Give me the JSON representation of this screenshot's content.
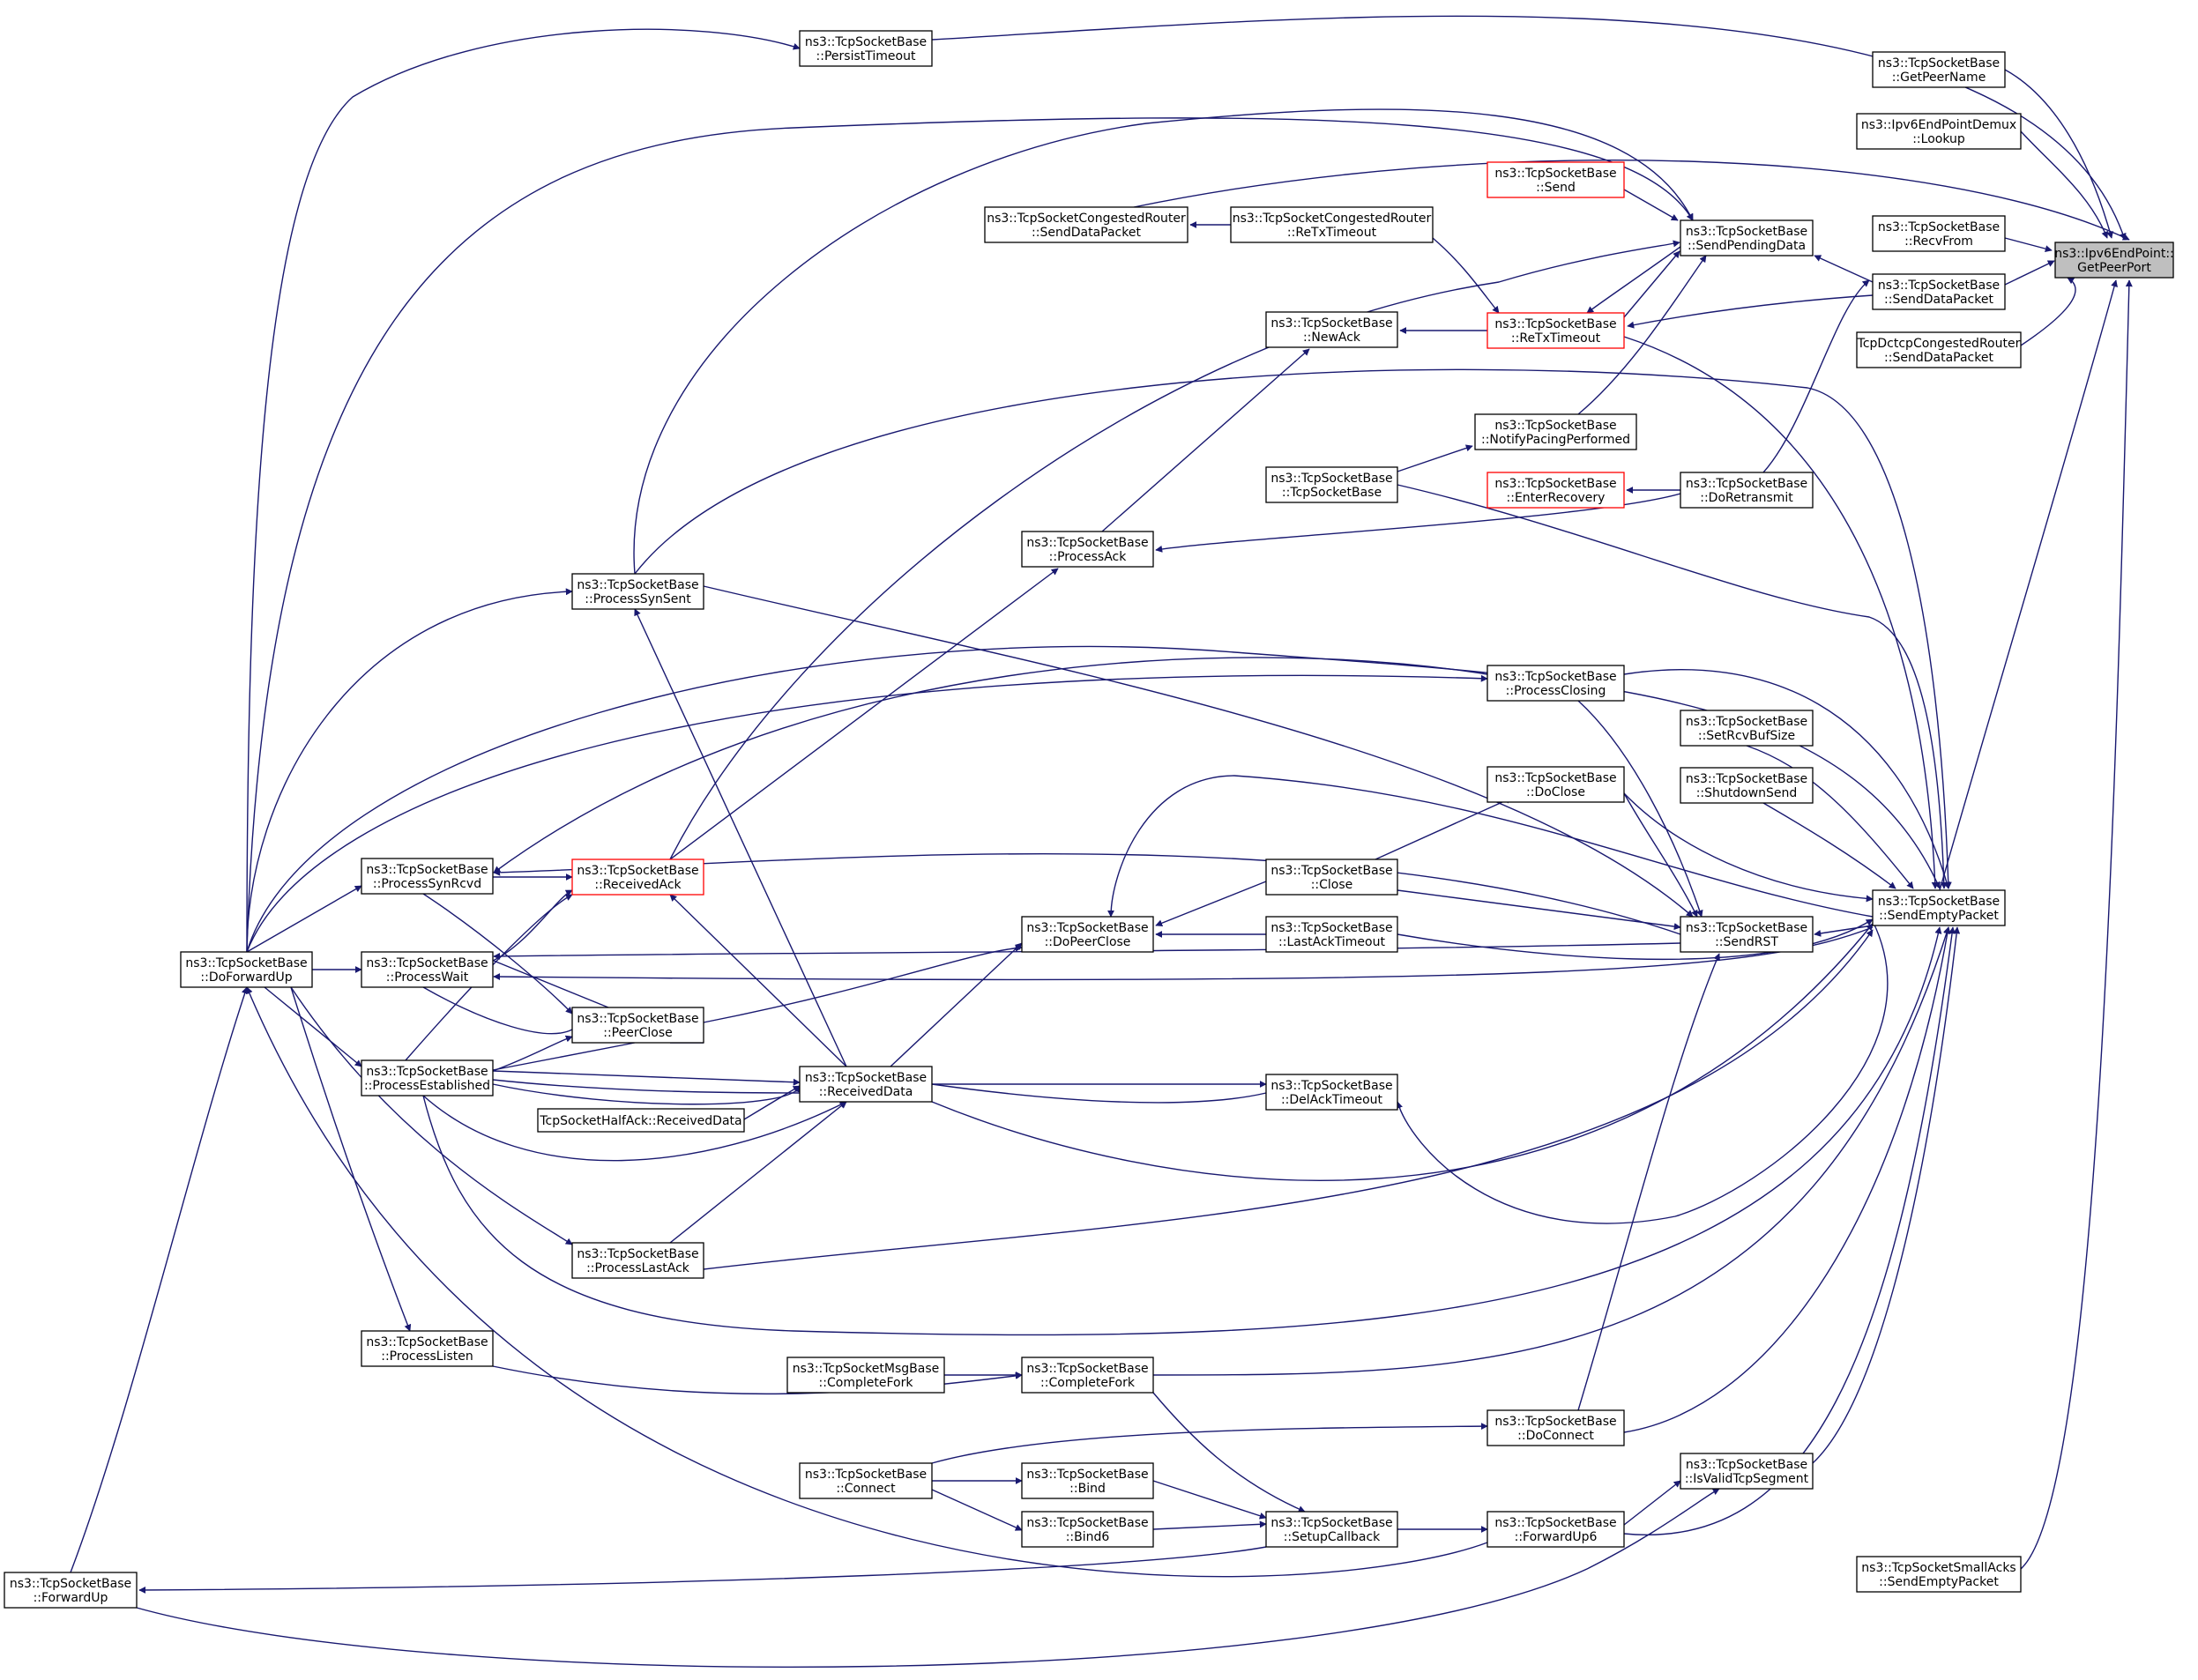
{
  "graph": {
    "edge_color": "#191970",
    "node_border": "#000000",
    "red_border": "#ff0000",
    "root_fill": "#bfbfbf",
    "nodes": [
      {
        "id": "root",
        "lines": [
          "ns3::Ipv6EndPoint::",
          "GetPeerPort"
        ],
        "style": "root"
      },
      {
        "id": "getpeername",
        "lines": [
          "ns3::TcpSocketBase",
          "::GetPeerName"
        ]
      },
      {
        "id": "lookup",
        "lines": [
          "ns3::Ipv6EndPointDemux",
          "::Lookup"
        ]
      },
      {
        "id": "recvfrom",
        "lines": [
          "ns3::TcpSocketBase",
          "::RecvFrom"
        ]
      },
      {
        "id": "senddatapacket",
        "lines": [
          "ns3::TcpSocketBase",
          "::SendDataPacket"
        ]
      },
      {
        "id": "dctcp",
        "lines": [
          "TcpDctcpCongestedRouter",
          "::SendDataPacket"
        ]
      },
      {
        "id": "sendemptypacket",
        "lines": [
          "ns3::TcpSocketBase",
          "::SendEmptyPacket"
        ]
      },
      {
        "id": "smallacks",
        "lines": [
          "ns3::TcpSocketSmallAcks",
          "::SendEmptyPacket"
        ]
      },
      {
        "id": "persisttimeout",
        "lines": [
          "ns3::TcpSocketBase",
          "::PersistTimeout"
        ]
      },
      {
        "id": "send",
        "lines": [
          "ns3::TcpSocketBase",
          "::Send"
        ],
        "style": "red"
      },
      {
        "id": "sendpendingdata",
        "lines": [
          "ns3::TcpSocketBase",
          "::SendPendingData"
        ]
      },
      {
        "id": "congsenddata",
        "lines": [
          "ns3::TcpSocketCongestedRouter",
          "::SendDataPacket"
        ]
      },
      {
        "id": "congretx",
        "lines": [
          "ns3::TcpSocketCongestedRouter",
          "::ReTxTimeout"
        ]
      },
      {
        "id": "retxtimeout",
        "lines": [
          "ns3::TcpSocketBase",
          "::ReTxTimeout"
        ],
        "style": "red"
      },
      {
        "id": "newack",
        "lines": [
          "ns3::TcpSocketBase",
          "::NewAck"
        ]
      },
      {
        "id": "notifypacing",
        "lines": [
          "ns3::TcpSocketBase",
          "::NotifyPacingPerformed"
        ]
      },
      {
        "id": "tcpsocketbase",
        "lines": [
          "ns3::TcpSocketBase",
          "::TcpSocketBase"
        ]
      },
      {
        "id": "enterrecovery",
        "lines": [
          "ns3::TcpSocketBase",
          "::EnterRecovery"
        ],
        "style": "red"
      },
      {
        "id": "doretransmit",
        "lines": [
          "ns3::TcpSocketBase",
          "::DoRetransmit"
        ]
      },
      {
        "id": "processack",
        "lines": [
          "ns3::TcpSocketBase",
          "::ProcessAck"
        ]
      },
      {
        "id": "processsynsent",
        "lines": [
          "ns3::TcpSocketBase",
          "::ProcessSynSent"
        ]
      },
      {
        "id": "processclosing",
        "lines": [
          "ns3::TcpSocketBase",
          "::ProcessClosing"
        ]
      },
      {
        "id": "setrcvbufsize",
        "lines": [
          "ns3::TcpSocketBase",
          "::SetRcvBufSize"
        ]
      },
      {
        "id": "shutdownsend",
        "lines": [
          "ns3::TcpSocketBase",
          "::ShutdownSend"
        ]
      },
      {
        "id": "doclose",
        "lines": [
          "ns3::TcpSocketBase",
          "::DoClose"
        ]
      },
      {
        "id": "close",
        "lines": [
          "ns3::TcpSocketBase",
          "::Close"
        ]
      },
      {
        "id": "sendrst",
        "lines": [
          "ns3::TcpSocketBase",
          "::SendRST"
        ]
      },
      {
        "id": "processsynrcvd",
        "lines": [
          "ns3::TcpSocketBase",
          "::ProcessSynRcvd"
        ]
      },
      {
        "id": "receivedack",
        "lines": [
          "ns3::TcpSocketBase",
          "::ReceivedAck"
        ],
        "style": "red"
      },
      {
        "id": "dopeerclose",
        "lines": [
          "ns3::TcpSocketBase",
          "::DoPeerClose"
        ]
      },
      {
        "id": "lastacktimeout",
        "lines": [
          "ns3::TcpSocketBase",
          "::LastAckTimeout"
        ]
      },
      {
        "id": "doforwardup",
        "lines": [
          "ns3::TcpSocketBase",
          "::DoForwardUp"
        ]
      },
      {
        "id": "processwait",
        "lines": [
          "ns3::TcpSocketBase",
          "::ProcessWait"
        ]
      },
      {
        "id": "peerclose",
        "lines": [
          "ns3::TcpSocketBase",
          "::PeerClose"
        ]
      },
      {
        "id": "processestablished",
        "lines": [
          "ns3::TcpSocketBase",
          "::ProcessEstablished"
        ]
      },
      {
        "id": "receiveddata",
        "lines": [
          "ns3::TcpSocketBase",
          "::ReceivedData"
        ]
      },
      {
        "id": "halfack",
        "lines": [
          "TcpSocketHalfAck::ReceivedData"
        ]
      },
      {
        "id": "delacktimeout",
        "lines": [
          "ns3::TcpSocketBase",
          "::DelAckTimeout"
        ]
      },
      {
        "id": "processlastack",
        "lines": [
          "ns3::TcpSocketBase",
          "::ProcessLastAck"
        ]
      },
      {
        "id": "processlisten",
        "lines": [
          "ns3::TcpSocketBase",
          "::ProcessListen"
        ]
      },
      {
        "id": "msgbasefork",
        "lines": [
          "ns3::TcpSocketMsgBase",
          "::CompleteFork"
        ]
      },
      {
        "id": "completefork",
        "lines": [
          "ns3::TcpSocketBase",
          "::CompleteFork"
        ]
      },
      {
        "id": "doconnect",
        "lines": [
          "ns3::TcpSocketBase",
          "::DoConnect"
        ]
      },
      {
        "id": "istcpsegment",
        "lines": [
          "ns3::TcpSocketBase",
          "::IsValidTcpSegment"
        ]
      },
      {
        "id": "connect",
        "lines": [
          "ns3::TcpSocketBase",
          "::Connect"
        ]
      },
      {
        "id": "bind",
        "lines": [
          "ns3::TcpSocketBase",
          "::Bind"
        ]
      },
      {
        "id": "bind6",
        "lines": [
          "ns3::TcpSocketBase",
          "::Bind6"
        ]
      },
      {
        "id": "setupcallback",
        "lines": [
          "ns3::TcpSocketBase",
          "::SetupCallback"
        ]
      },
      {
        "id": "forwardup6",
        "lines": [
          "ns3::TcpSocketBase",
          "::ForwardUp6"
        ]
      },
      {
        "id": "forwardup",
        "lines": [
          "ns3::TcpSocketBase",
          "::ForwardUp"
        ]
      }
    ]
  }
}
